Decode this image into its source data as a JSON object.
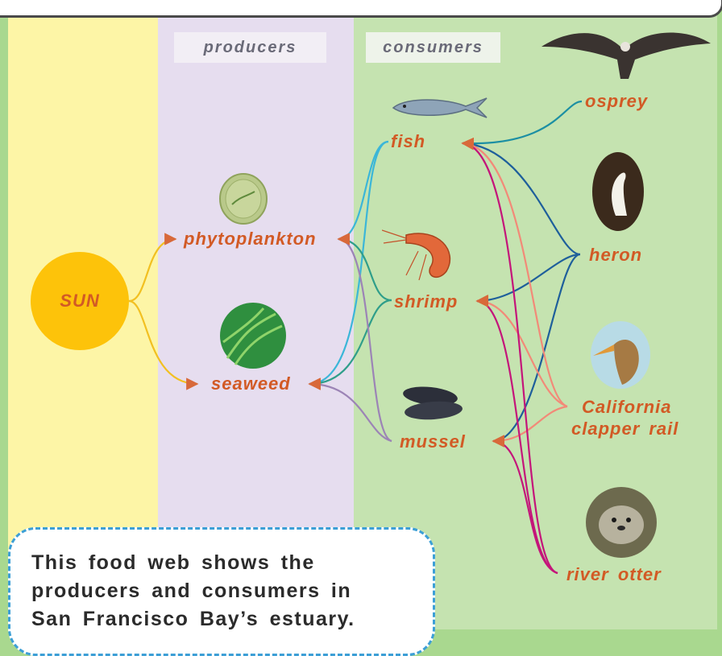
{
  "headers": {
    "producers": "producers",
    "consumers": "consumers"
  },
  "nodes": {
    "sun": "SUN",
    "phytoplankton": "phytoplankton",
    "seaweed": "seaweed",
    "fish": "fish",
    "shrimp": "shrimp",
    "mussel": "mussel",
    "osprey": "osprey",
    "heron": "heron",
    "clapper_rail_line1": "California",
    "clapper_rail_line2": "clapper rail",
    "river_otter": "river otter"
  },
  "note": {
    "line1": "This food web shows the",
    "line2": "producers and consumers in",
    "line3": "San Francisco Bay’s estuary."
  },
  "colors": {
    "sun_band": "#fdf5a6",
    "producers_band": "#e6ddef",
    "consumers_band": "#c5e3b0",
    "sun": "#fdc30a",
    "label": "#d25a25",
    "note_border": "#3c9fd6"
  }
}
